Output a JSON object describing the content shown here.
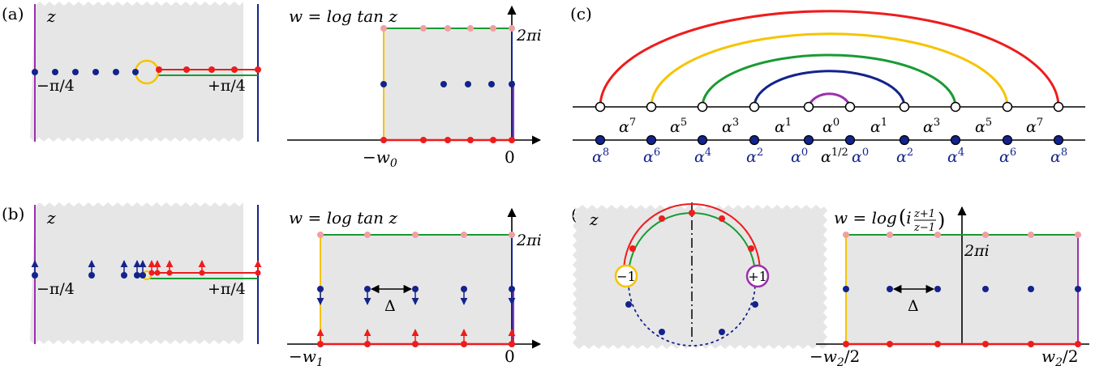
{
  "panels": {
    "a": {
      "label": "(a)",
      "z": "z",
      "left": "−π/4",
      "right": "+π/4"
    },
    "a_map": {
      "formula": "w = log tan z",
      "top": "2πi",
      "left": "−w",
      "left_sub": "0",
      "origin": "0"
    },
    "b": {
      "label": "(b)",
      "z": "z",
      "left": "−π/4",
      "right": "+π/4"
    },
    "b_map": {
      "formula": "w = log tan z",
      "top": "2πi",
      "left": "−w",
      "left_sub": "1",
      "origin": "0",
      "delta": "Δ"
    },
    "c": {
      "label": "(c)",
      "base": "α",
      "top_exps": [
        "7",
        "5",
        "3",
        "1",
        "0",
        "1",
        "3",
        "5",
        "7"
      ],
      "bottom_exps": [
        "8",
        "6",
        "4",
        "2",
        "0",
        "1/2",
        "0",
        "2",
        "4",
        "6",
        "8"
      ]
    },
    "d": {
      "label": "(d)",
      "z": "z",
      "minus_one": "−1",
      "plus_one": "+1"
    },
    "d_map": {
      "formula_w": "w = log",
      "formula_i": "i",
      "num": "z+1",
      "den": "z−1",
      "top": "2πi",
      "left": "−w",
      "left_sub": "2",
      "left_tail": "/2",
      "right": "w",
      "right_sub": "2",
      "right_tail": "/2",
      "delta": "Δ"
    }
  },
  "colors": {
    "red": "#ee1c1c",
    "gold": "#f5c400",
    "green": "#1a9a33",
    "navy": "#13238c",
    "purple": "#9b2fae",
    "pink": "#f0a0a0",
    "gray": "#e6e6e6"
  }
}
